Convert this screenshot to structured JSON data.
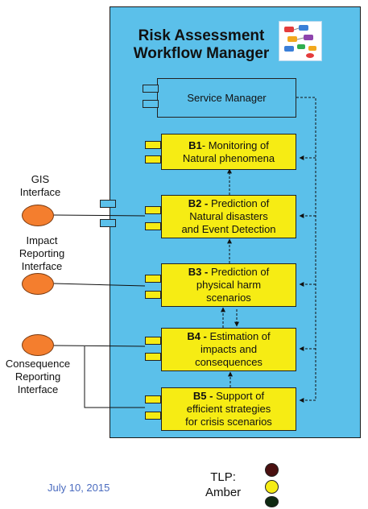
{
  "diagram": {
    "title_line1": "Risk Assessment",
    "title_line2": "Workflow Manager",
    "service_manager": "Service Manager",
    "blocks": [
      {
        "id": "B1",
        "rest": "- Monitoring of",
        "line2": "Natural phenomena",
        "line3": ""
      },
      {
        "id": "B2 -",
        "rest": " Prediction of",
        "line2": "Natural disasters",
        "line3": "and Event Detection"
      },
      {
        "id": "B3 -",
        "rest": " Prediction of",
        "line2": "physical harm",
        "line3": "scenarios"
      },
      {
        "id": "B4 -",
        "rest": " Estimation of",
        "line2": "impacts and",
        "line3": "consequences"
      },
      {
        "id": "B5 -",
        "rest": " Support of",
        "line2": "efficient strategies",
        "line3": "for crisis scenarios"
      }
    ],
    "interfaces": {
      "gis": [
        "GIS",
        "Interface"
      ],
      "impact": [
        "Impact",
        "Reporting",
        "Interface"
      ],
      "consequence": [
        "Consequence",
        "Reporting",
        "Interface"
      ]
    }
  },
  "footer": {
    "date": "July 10, 2015",
    "tlp_line1": "TLP:",
    "tlp_line2": "Amber"
  },
  "colors": {
    "panel": "#5bc0ea",
    "block": "#f6ec14",
    "interface": "#f47e2e",
    "tlp_red": "#4a1010",
    "tlp_amber": "#f6ec14",
    "tlp_green": "#0f2a12"
  }
}
